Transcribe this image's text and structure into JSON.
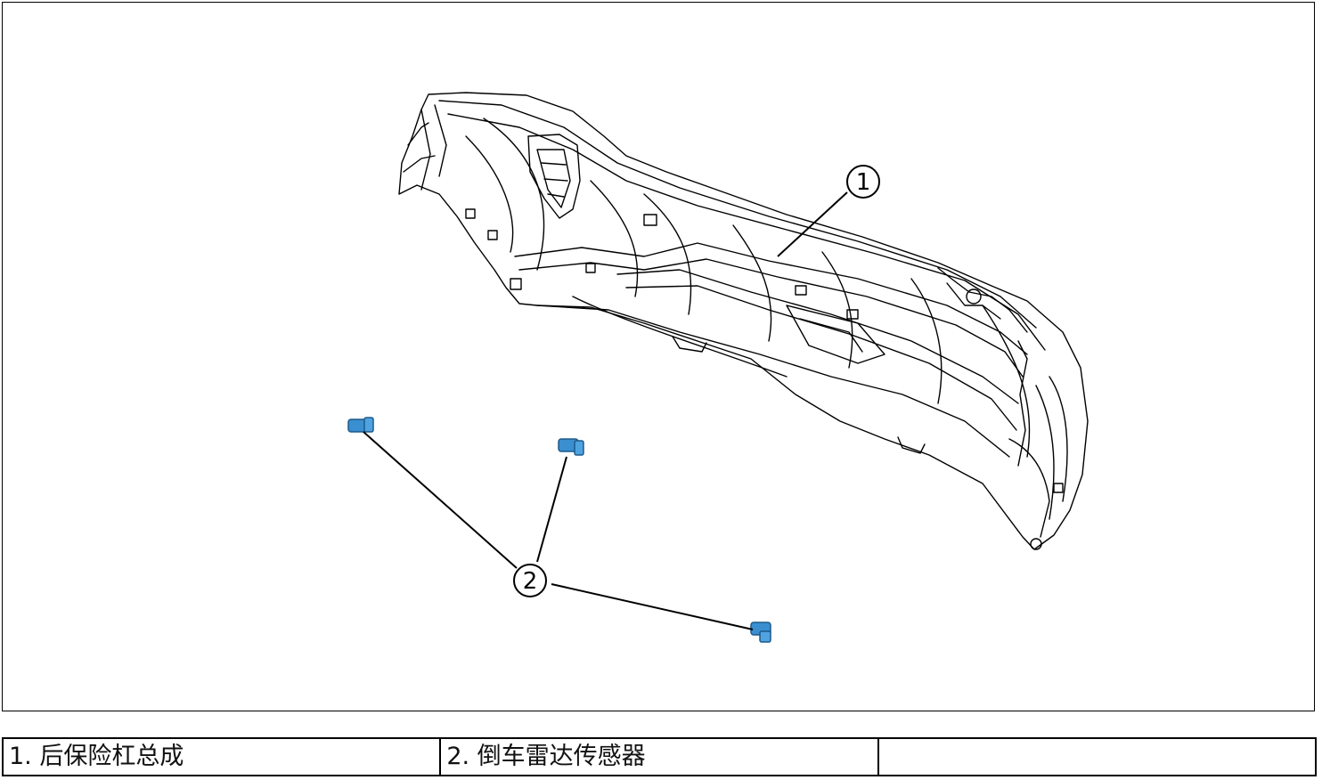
{
  "diagram": {
    "callouts": [
      {
        "number": "1",
        "target": "rear-bumper"
      },
      {
        "number": "2",
        "target": "parking-sensors"
      }
    ],
    "colors": {
      "line": "#000000",
      "sensor_fill": "#3a8fd0",
      "sensor_dark": "#1d5a8a"
    }
  },
  "legend": {
    "items": [
      {
        "label": "1. 后保险杠总成"
      },
      {
        "label": "2. 倒车雷达传感器"
      },
      {
        "label": ""
      }
    ]
  }
}
